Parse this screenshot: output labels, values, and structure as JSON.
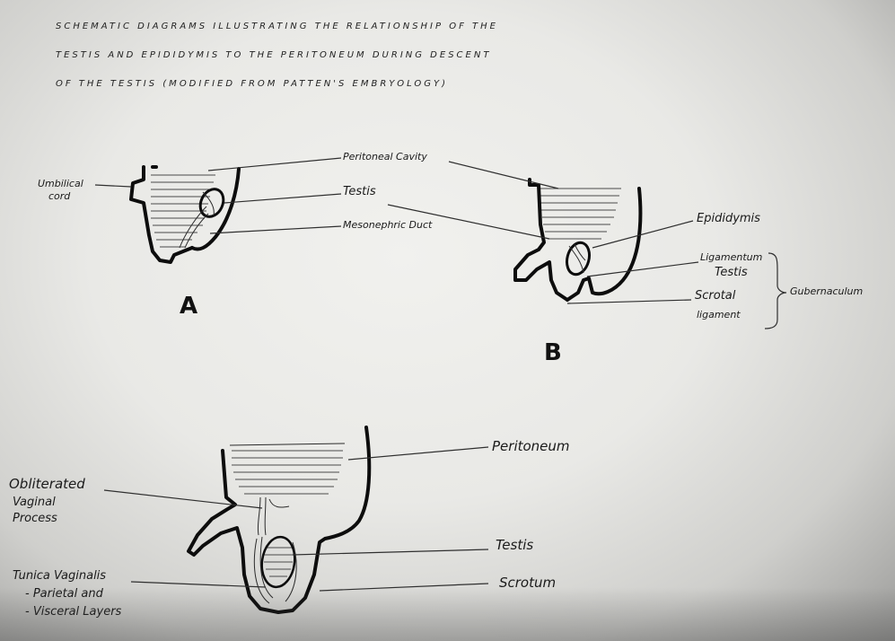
{
  "title": {
    "line1": "Schematic diagrams illustrating the relationship of the",
    "line2": "testis and epididymis to the peritoneum during descent",
    "line3": "of the testis (modified from Patten's Embryology)"
  },
  "diagram_a": {
    "letter": "A",
    "labels": {
      "umbilical_cord_l1": "Umbilical",
      "umbilical_cord_l2": "cord",
      "peritoneal_cavity": "Peritoneal Cavity",
      "testis": "Testis",
      "mesonephric_duct": "Mesonephric Duct"
    }
  },
  "diagram_b": {
    "letter": "B",
    "labels": {
      "epididymis": "Epididymis",
      "lig_testis_l1": "Ligamentum",
      "lig_testis_l2": "Testis",
      "gubernaculum": "Gubernaculum",
      "scrotal_l1": "Scrotal",
      "scrotal_l2": "ligament"
    }
  },
  "diagram_c": {
    "labels": {
      "peritoneum": "Peritoneum",
      "obliterated_l1": "Obliterated",
      "obliterated_l2": "Vaginal",
      "obliterated_l3": "Process",
      "testis": "Testis",
      "scrotum": "Scrotum",
      "tunica_l1": "Tunica Vaginalis",
      "tunica_l2": "- Parietal and",
      "tunica_l3": "- Visceral Layers"
    }
  }
}
